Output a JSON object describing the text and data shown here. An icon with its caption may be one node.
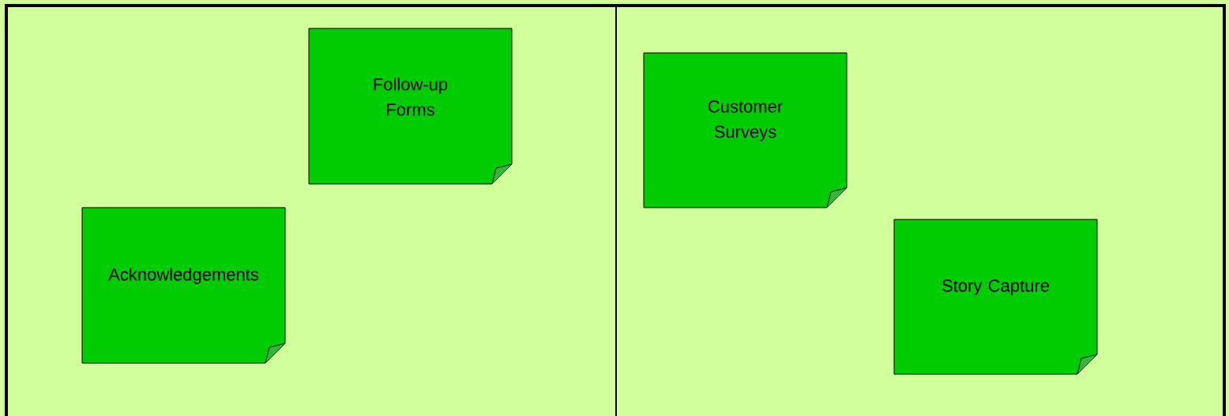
{
  "diagram": {
    "nodes": [
      {
        "text": [
          "Follow-up Forms"
        ]
      },
      {
        "text": [
          "Customer Surveys"
        ]
      },
      {
        "text": [
          "Acknowledgements"
        ]
      },
      {
        "text": [
          "Story Capture"
        ]
      }
    ]
  }
}
